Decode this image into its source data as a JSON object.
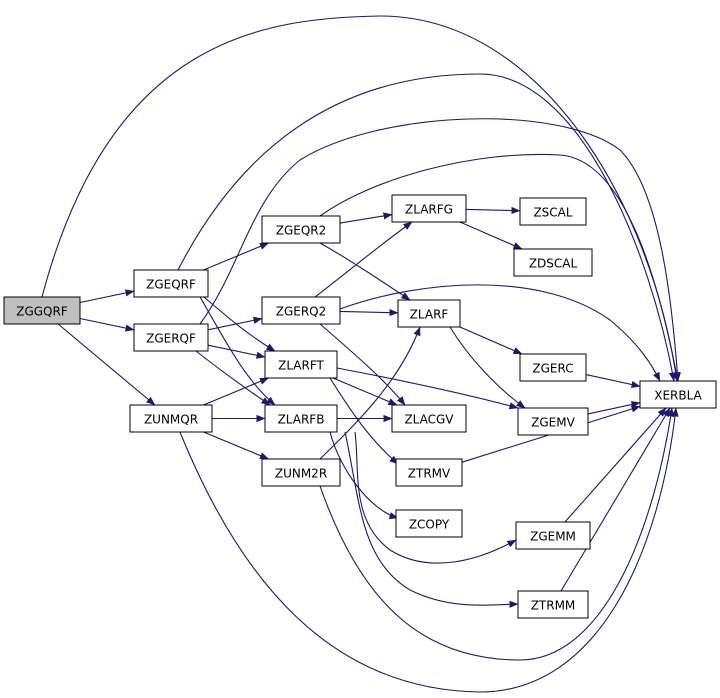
{
  "graph": {
    "edge_color": "#191970",
    "root_fill": "#bfbfbf",
    "node_fill": "#ffffff",
    "nodes": [
      {
        "id": "ZGGQRF",
        "label": "ZGGQRF",
        "root": true
      },
      {
        "id": "ZGEQRF",
        "label": "ZGEQRF"
      },
      {
        "id": "ZGERQF",
        "label": "ZGERQF"
      },
      {
        "id": "ZUNMQR",
        "label": "ZUNMQR"
      },
      {
        "id": "ZGEQR2",
        "label": "ZGEQR2"
      },
      {
        "id": "ZGERQ2",
        "label": "ZGERQ2"
      },
      {
        "id": "ZLARFT",
        "label": "ZLARFT"
      },
      {
        "id": "ZLARFB",
        "label": "ZLARFB"
      },
      {
        "id": "ZUNM2R",
        "label": "ZUNM2R"
      },
      {
        "id": "ZLARFG",
        "label": "ZLARFG"
      },
      {
        "id": "ZLARF",
        "label": "ZLARF"
      },
      {
        "id": "ZLACGV",
        "label": "ZLACGV"
      },
      {
        "id": "ZTRMV",
        "label": "ZTRMV"
      },
      {
        "id": "ZCOPY",
        "label": "ZCOPY"
      },
      {
        "id": "ZSCAL",
        "label": "ZSCAL"
      },
      {
        "id": "ZDSCAL",
        "label": "ZDSCAL"
      },
      {
        "id": "ZGERC",
        "label": "ZGERC"
      },
      {
        "id": "ZGEMV",
        "label": "ZGEMV"
      },
      {
        "id": "ZGEMM",
        "label": "ZGEMM"
      },
      {
        "id": "ZTRMM",
        "label": "ZTRMM"
      },
      {
        "id": "XERBLA",
        "label": "XERBLA"
      }
    ],
    "edges": [
      [
        "ZGGQRF",
        "ZGEQRF"
      ],
      [
        "ZGGQRF",
        "ZGERQF"
      ],
      [
        "ZGGQRF",
        "ZUNMQR"
      ],
      [
        "ZGGQRF",
        "XERBLA"
      ],
      [
        "ZGEQRF",
        "ZGEQR2"
      ],
      [
        "ZGEQRF",
        "ZLARFT"
      ],
      [
        "ZGEQRF",
        "ZLARFB"
      ],
      [
        "ZGEQRF",
        "XERBLA"
      ],
      [
        "ZGERQF",
        "ZGERQ2"
      ],
      [
        "ZGERQF",
        "ZLARFT"
      ],
      [
        "ZGERQF",
        "ZLARFB"
      ],
      [
        "ZGERQF",
        "XERBLA"
      ],
      [
        "ZUNMQR",
        "ZLARFT"
      ],
      [
        "ZUNMQR",
        "ZLARFB"
      ],
      [
        "ZUNMQR",
        "ZUNM2R"
      ],
      [
        "ZUNMQR",
        "XERBLA"
      ],
      [
        "ZGEQR2",
        "ZLARFG"
      ],
      [
        "ZGEQR2",
        "ZLARF"
      ],
      [
        "ZGEQR2",
        "XERBLA"
      ],
      [
        "ZGERQ2",
        "ZLARFG"
      ],
      [
        "ZGERQ2",
        "ZLARF"
      ],
      [
        "ZGERQ2",
        "ZLACGV"
      ],
      [
        "ZGERQ2",
        "XERBLA"
      ],
      [
        "ZLARFT",
        "ZLACGV"
      ],
      [
        "ZLARFT",
        "ZTRMV"
      ],
      [
        "ZLARFT",
        "ZGEMV"
      ],
      [
        "ZLARFB",
        "ZLACGV"
      ],
      [
        "ZLARFB",
        "ZCOPY"
      ],
      [
        "ZLARFB",
        "ZGEMM"
      ],
      [
        "ZLARFB",
        "ZTRMM"
      ],
      [
        "ZUNM2R",
        "ZLARF"
      ],
      [
        "ZUNM2R",
        "XERBLA"
      ],
      [
        "ZLARFG",
        "ZSCAL"
      ],
      [
        "ZLARFG",
        "ZDSCAL"
      ],
      [
        "ZLARF",
        "ZGERC"
      ],
      [
        "ZLARF",
        "ZGEMV"
      ],
      [
        "ZGERC",
        "XERBLA"
      ],
      [
        "ZGEMV",
        "XERBLA"
      ],
      [
        "ZTRMV",
        "XERBLA"
      ],
      [
        "ZGEMM",
        "XERBLA"
      ],
      [
        "ZTRMM",
        "XERBLA"
      ]
    ]
  }
}
